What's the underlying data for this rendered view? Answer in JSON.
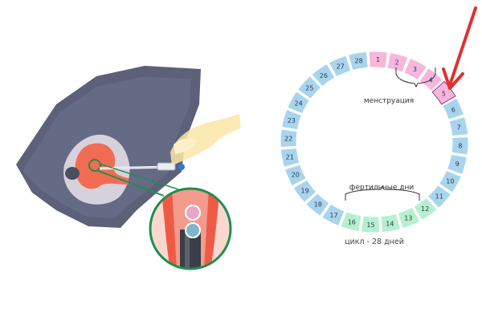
{
  "cycle": {
    "days": [
      "1",
      "2",
      "3",
      "4",
      "5",
      "6",
      "7",
      "8",
      "9",
      "10",
      "11",
      "12",
      "13",
      "14",
      "15",
      "16",
      "17",
      "18",
      "19",
      "20",
      "21",
      "22",
      "23",
      "24",
      "25",
      "26",
      "27",
      "28"
    ],
    "menstruation_days": [
      1,
      2,
      3,
      4,
      5
    ],
    "fertile_days": [
      12,
      13,
      14,
      15,
      16
    ],
    "highlighted_day": 5,
    "labels": {
      "menstruation": "менструация",
      "fertile": "фертильные дни",
      "cycle_length": "цикл - 28 дней"
    },
    "colors": {
      "regular": "#a9d4ee",
      "menstruation": "#f7b6dc",
      "fertile": "#b5f0cf",
      "arrow": "#e03030"
    }
  },
  "illustration": {
    "colors": {
      "body": "#5c6079",
      "skin": "#f9e2cf",
      "organ": "#f26c53",
      "zoom_ring": "#1f8f4e",
      "instrument": "#3a3f48"
    }
  }
}
